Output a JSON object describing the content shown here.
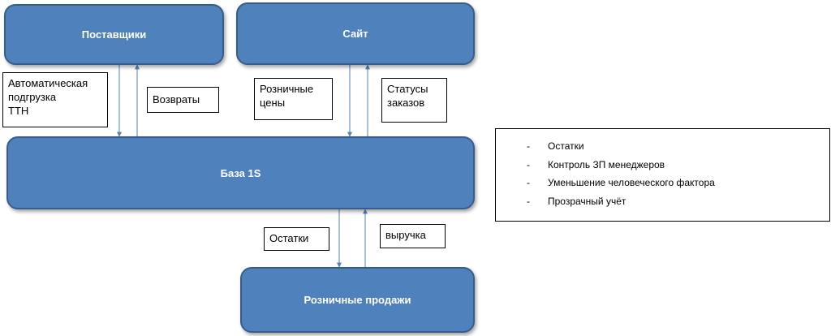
{
  "nodes": {
    "suppliers": "Поставщики",
    "site": "Сайт",
    "base": "База 1S",
    "retail": "Розничные продажи"
  },
  "labels": {
    "auto_upload": "Автоматическая\nподгрузка\nТТН",
    "returns": "Возвраты",
    "retail_prices": "Розничные\nцены",
    "order_statuses": "Статусы\nзаказов",
    "stock": "Остатки",
    "revenue": "выручка"
  },
  "legend": {
    "bullet": "-",
    "items": [
      "Остатки",
      "Контроль ЗП менеджеров",
      "Уменьшение человеческого фактора",
      "Прозрачный учёт"
    ]
  },
  "colors": {
    "node_fill": "#4f81bd",
    "node_border": "#385d8a",
    "arrow": "#4f81bd"
  }
}
